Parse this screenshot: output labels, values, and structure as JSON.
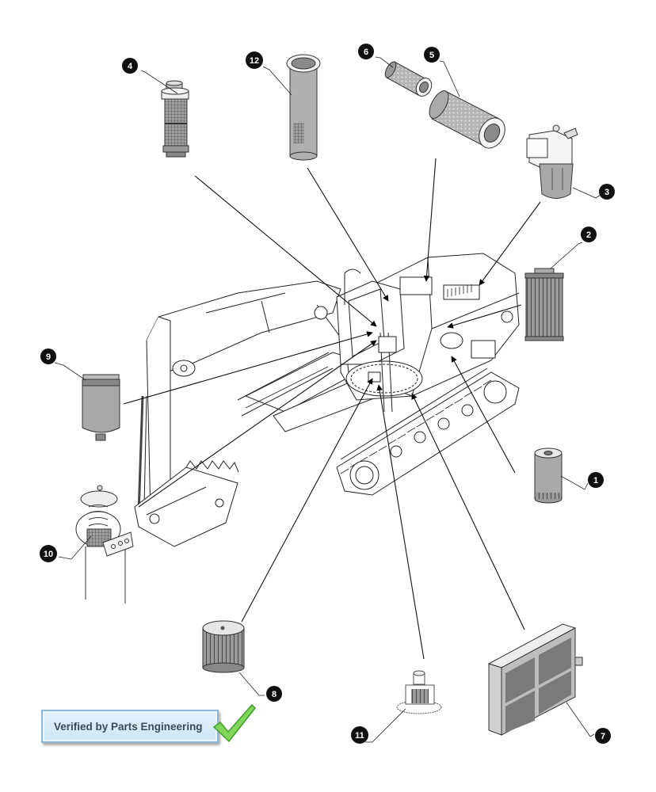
{
  "title": "Excavator filter locations",
  "badge": {
    "label": "Verified by Parts Engineering",
    "icon": "check-mark-icon",
    "check_color": "#5cc83a"
  },
  "callouts": [
    {
      "number": "1",
      "part": "cylindrical spin-on filter"
    },
    {
      "number": "2",
      "part": "pleated cartridge filter"
    },
    {
      "number": "3",
      "part": "filter housing with bowl"
    },
    {
      "number": "4",
      "part": "strainer filter element"
    },
    {
      "number": "5",
      "part": "large perforated cylinder filter"
    },
    {
      "number": "6",
      "part": "small perforated cylinder filter"
    },
    {
      "number": "7",
      "part": "cab air panel filter"
    },
    {
      "number": "8",
      "part": "pleated round filter"
    },
    {
      "number": "9",
      "part": "fuel water separator bowl"
    },
    {
      "number": "10",
      "part": "spring-loaded mesh strainer"
    },
    {
      "number": "11",
      "part": "small inline filter"
    },
    {
      "number": "12",
      "part": "tank strainer tube"
    }
  ],
  "colors": {
    "callout_fill": "#111111",
    "part_gray": "#a9a9a9",
    "line": "#111111"
  }
}
